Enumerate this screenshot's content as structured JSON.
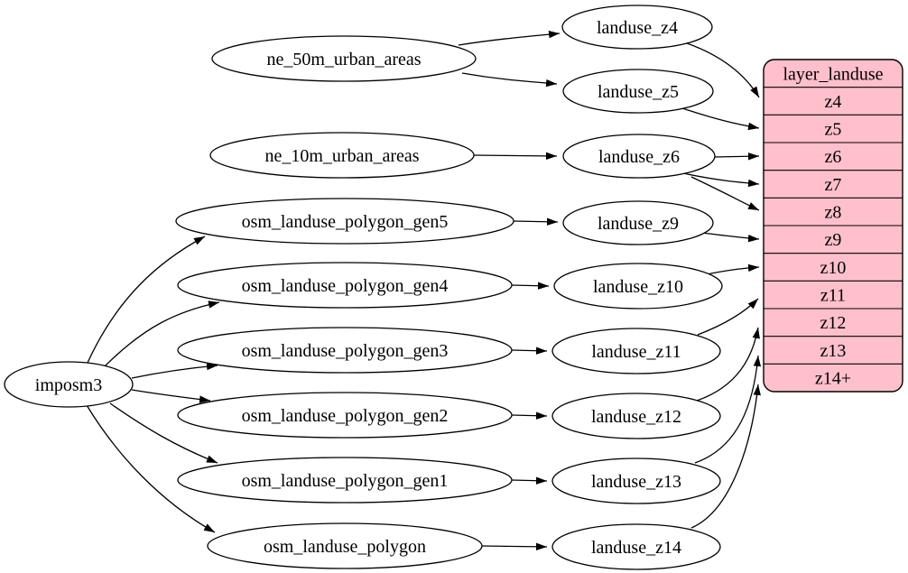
{
  "diagram": {
    "nodes": {
      "imposm3": "imposm3",
      "ne_50m_urban_areas": "ne_50m_urban_areas",
      "ne_10m_urban_areas": "ne_10m_urban_areas",
      "osm_landuse_polygon_gen5": "osm_landuse_polygon_gen5",
      "osm_landuse_polygon_gen4": "osm_landuse_polygon_gen4",
      "osm_landuse_polygon_gen3": "osm_landuse_polygon_gen3",
      "osm_landuse_polygon_gen2": "osm_landuse_polygon_gen2",
      "osm_landuse_polygon_gen1": "osm_landuse_polygon_gen1",
      "osm_landuse_polygon": "osm_landuse_polygon",
      "landuse_z4": "landuse_z4",
      "landuse_z5": "landuse_z5",
      "landuse_z6": "landuse_z6",
      "landuse_z9": "landuse_z9",
      "landuse_z10": "landuse_z10",
      "landuse_z11": "landuse_z11",
      "landuse_z12": "landuse_z12",
      "landuse_z13": "landuse_z13",
      "landuse_z14": "landuse_z14"
    },
    "table": {
      "title": "layer_landuse",
      "rows": [
        "z4",
        "z5",
        "z6",
        "z7",
        "z8",
        "z9",
        "z10",
        "z11",
        "z12",
        "z13",
        "z14+"
      ]
    },
    "edges": [
      [
        "imposm3",
        "osm_landuse_polygon_gen5"
      ],
      [
        "imposm3",
        "osm_landuse_polygon_gen4"
      ],
      [
        "imposm3",
        "osm_landuse_polygon_gen3"
      ],
      [
        "imposm3",
        "osm_landuse_polygon_gen2"
      ],
      [
        "imposm3",
        "osm_landuse_polygon_gen1"
      ],
      [
        "imposm3",
        "osm_landuse_polygon"
      ],
      [
        "ne_50m_urban_areas",
        "landuse_z4"
      ],
      [
        "ne_50m_urban_areas",
        "landuse_z5"
      ],
      [
        "ne_10m_urban_areas",
        "landuse_z6"
      ],
      [
        "osm_landuse_polygon_gen5",
        "landuse_z9"
      ],
      [
        "osm_landuse_polygon_gen4",
        "landuse_z10"
      ],
      [
        "osm_landuse_polygon_gen3",
        "landuse_z11"
      ],
      [
        "osm_landuse_polygon_gen2",
        "landuse_z12"
      ],
      [
        "osm_landuse_polygon_gen1",
        "landuse_z13"
      ],
      [
        "osm_landuse_polygon",
        "landuse_z14"
      ],
      [
        "landuse_z4",
        "layer_landuse:z4"
      ],
      [
        "landuse_z5",
        "layer_landuse:z5"
      ],
      [
        "landuse_z6",
        "layer_landuse:z6"
      ],
      [
        "landuse_z6",
        "layer_landuse:z7"
      ],
      [
        "landuse_z6",
        "layer_landuse:z8"
      ],
      [
        "landuse_z9",
        "layer_landuse:z9"
      ],
      [
        "landuse_z10",
        "layer_landuse:z10"
      ],
      [
        "landuse_z11",
        "layer_landuse:z11"
      ],
      [
        "landuse_z12",
        "layer_landuse:z12"
      ],
      [
        "landuse_z13",
        "layer_landuse:z13"
      ],
      [
        "landuse_z14",
        "layer_landuse:z14+"
      ]
    ],
    "colors": {
      "table_fill": "#ffc0cb",
      "node_fill": "#ffffff",
      "stroke": "#000000"
    }
  }
}
